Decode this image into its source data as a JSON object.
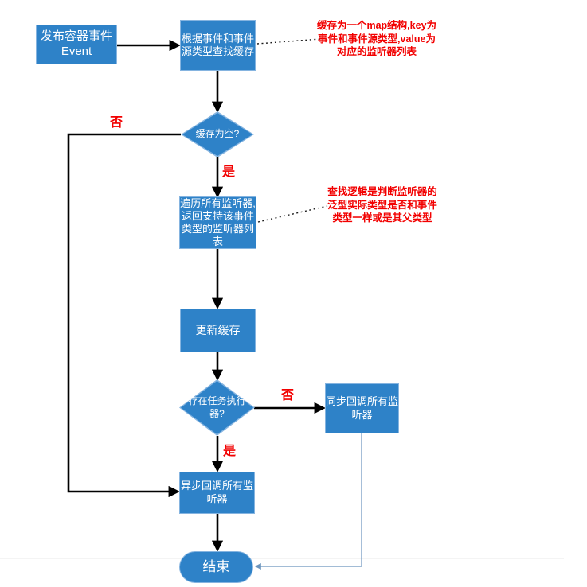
{
  "nodes": {
    "publish_event": {
      "label": "发布容器事件 Event"
    },
    "lookup_cache": {
      "label": "根据事件和事件源类型查找缓存"
    },
    "cache_empty": {
      "label": "缓存为空?"
    },
    "iterate_listeners": {
      "label": "遍历所有监听器,返回支持该事件类型的监听器列表"
    },
    "update_cache": {
      "label": "更新缓存"
    },
    "has_executor": {
      "label": "存在任务执行器?"
    },
    "sync_callback": {
      "label": "同步回调所有监听器"
    },
    "async_callback": {
      "label": "异步回调所有监听器"
    },
    "end": {
      "label": "结束"
    }
  },
  "branch_labels": {
    "cache_empty_no": "否",
    "cache_empty_yes": "是",
    "has_executor_no": "否",
    "has_executor_yes": "是"
  },
  "annotations": {
    "cache_note": "缓存为一个map结构,key为事件和事件源类型,value为对应的监听器列表",
    "lookup_note": "查找逻辑是判断监听器的泛型实际类型是否和事件类型一样或是其父类型"
  },
  "colors": {
    "node_fill": "#2E82C8",
    "node_border": "#85B4E0",
    "connector_black": "#000000",
    "connector_blue": "#6B94BD",
    "annotation_red": "#F20000",
    "page_line": "#E8E8E8"
  }
}
